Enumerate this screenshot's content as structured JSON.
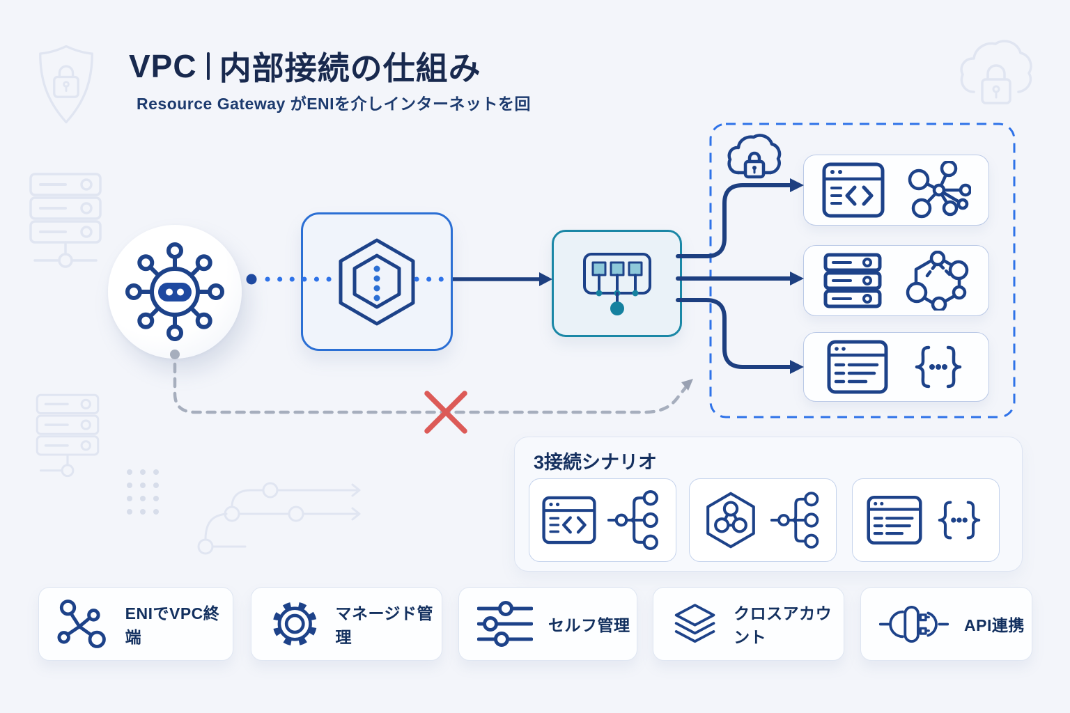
{
  "header": {
    "title_main": "VPC",
    "title_sub": "内部接続の仕組み",
    "subtitle": "Resource Gateway がENIを介しインターネットを回"
  },
  "diagram": {
    "source_icon": "hub-robot-icon",
    "vpc_box_icon": "hexagon-eni-icon",
    "gateway_box_icon": "gateway-ports-icon",
    "secure_zone_icon": "cloud-lock-icon",
    "destinations": [
      {
        "icons": [
          "browser-code-icon",
          "network-hub-icon"
        ]
      },
      {
        "icons": [
          "server-stack-icon",
          "cube-network-icon"
        ]
      },
      {
        "icons": [
          "list-window-icon",
          "json-braces-icon"
        ]
      }
    ],
    "blocked_route_icon": "red-cross-mark",
    "decor_icons": [
      "shield-lock-icon",
      "cloud-lock-faint-icon",
      "server-rack-icon",
      "dot-grid",
      "circuit-trace"
    ]
  },
  "scenarios": {
    "title": "3接続シナリオ",
    "cards": [
      {
        "icons": [
          "browser-code-icon",
          "fanout-icon"
        ]
      },
      {
        "icons": [
          "hexagon-network-icon",
          "fanout-icon"
        ]
      },
      {
        "icons": [
          "list-window-icon",
          "json-braces-icon"
        ]
      }
    ]
  },
  "features": {
    "items": [
      {
        "icon": "eni-branch-icon",
        "label": "ENIでVPC終端"
      },
      {
        "icon": "gear-icon",
        "label": "マネージド管理"
      },
      {
        "icon": "sliders-icon",
        "label": "セルフ管理"
      },
      {
        "icon": "layers-icon",
        "label": "クロスアカウント"
      },
      {
        "icon": "plug-icon",
        "label": "API連携"
      }
    ]
  },
  "colors": {
    "background": "#f3f5fa",
    "navy": "#1d3f80",
    "accent_blue": "#2e72e8",
    "teal": "#1a87a6",
    "red_cross": "#dc5a57"
  }
}
